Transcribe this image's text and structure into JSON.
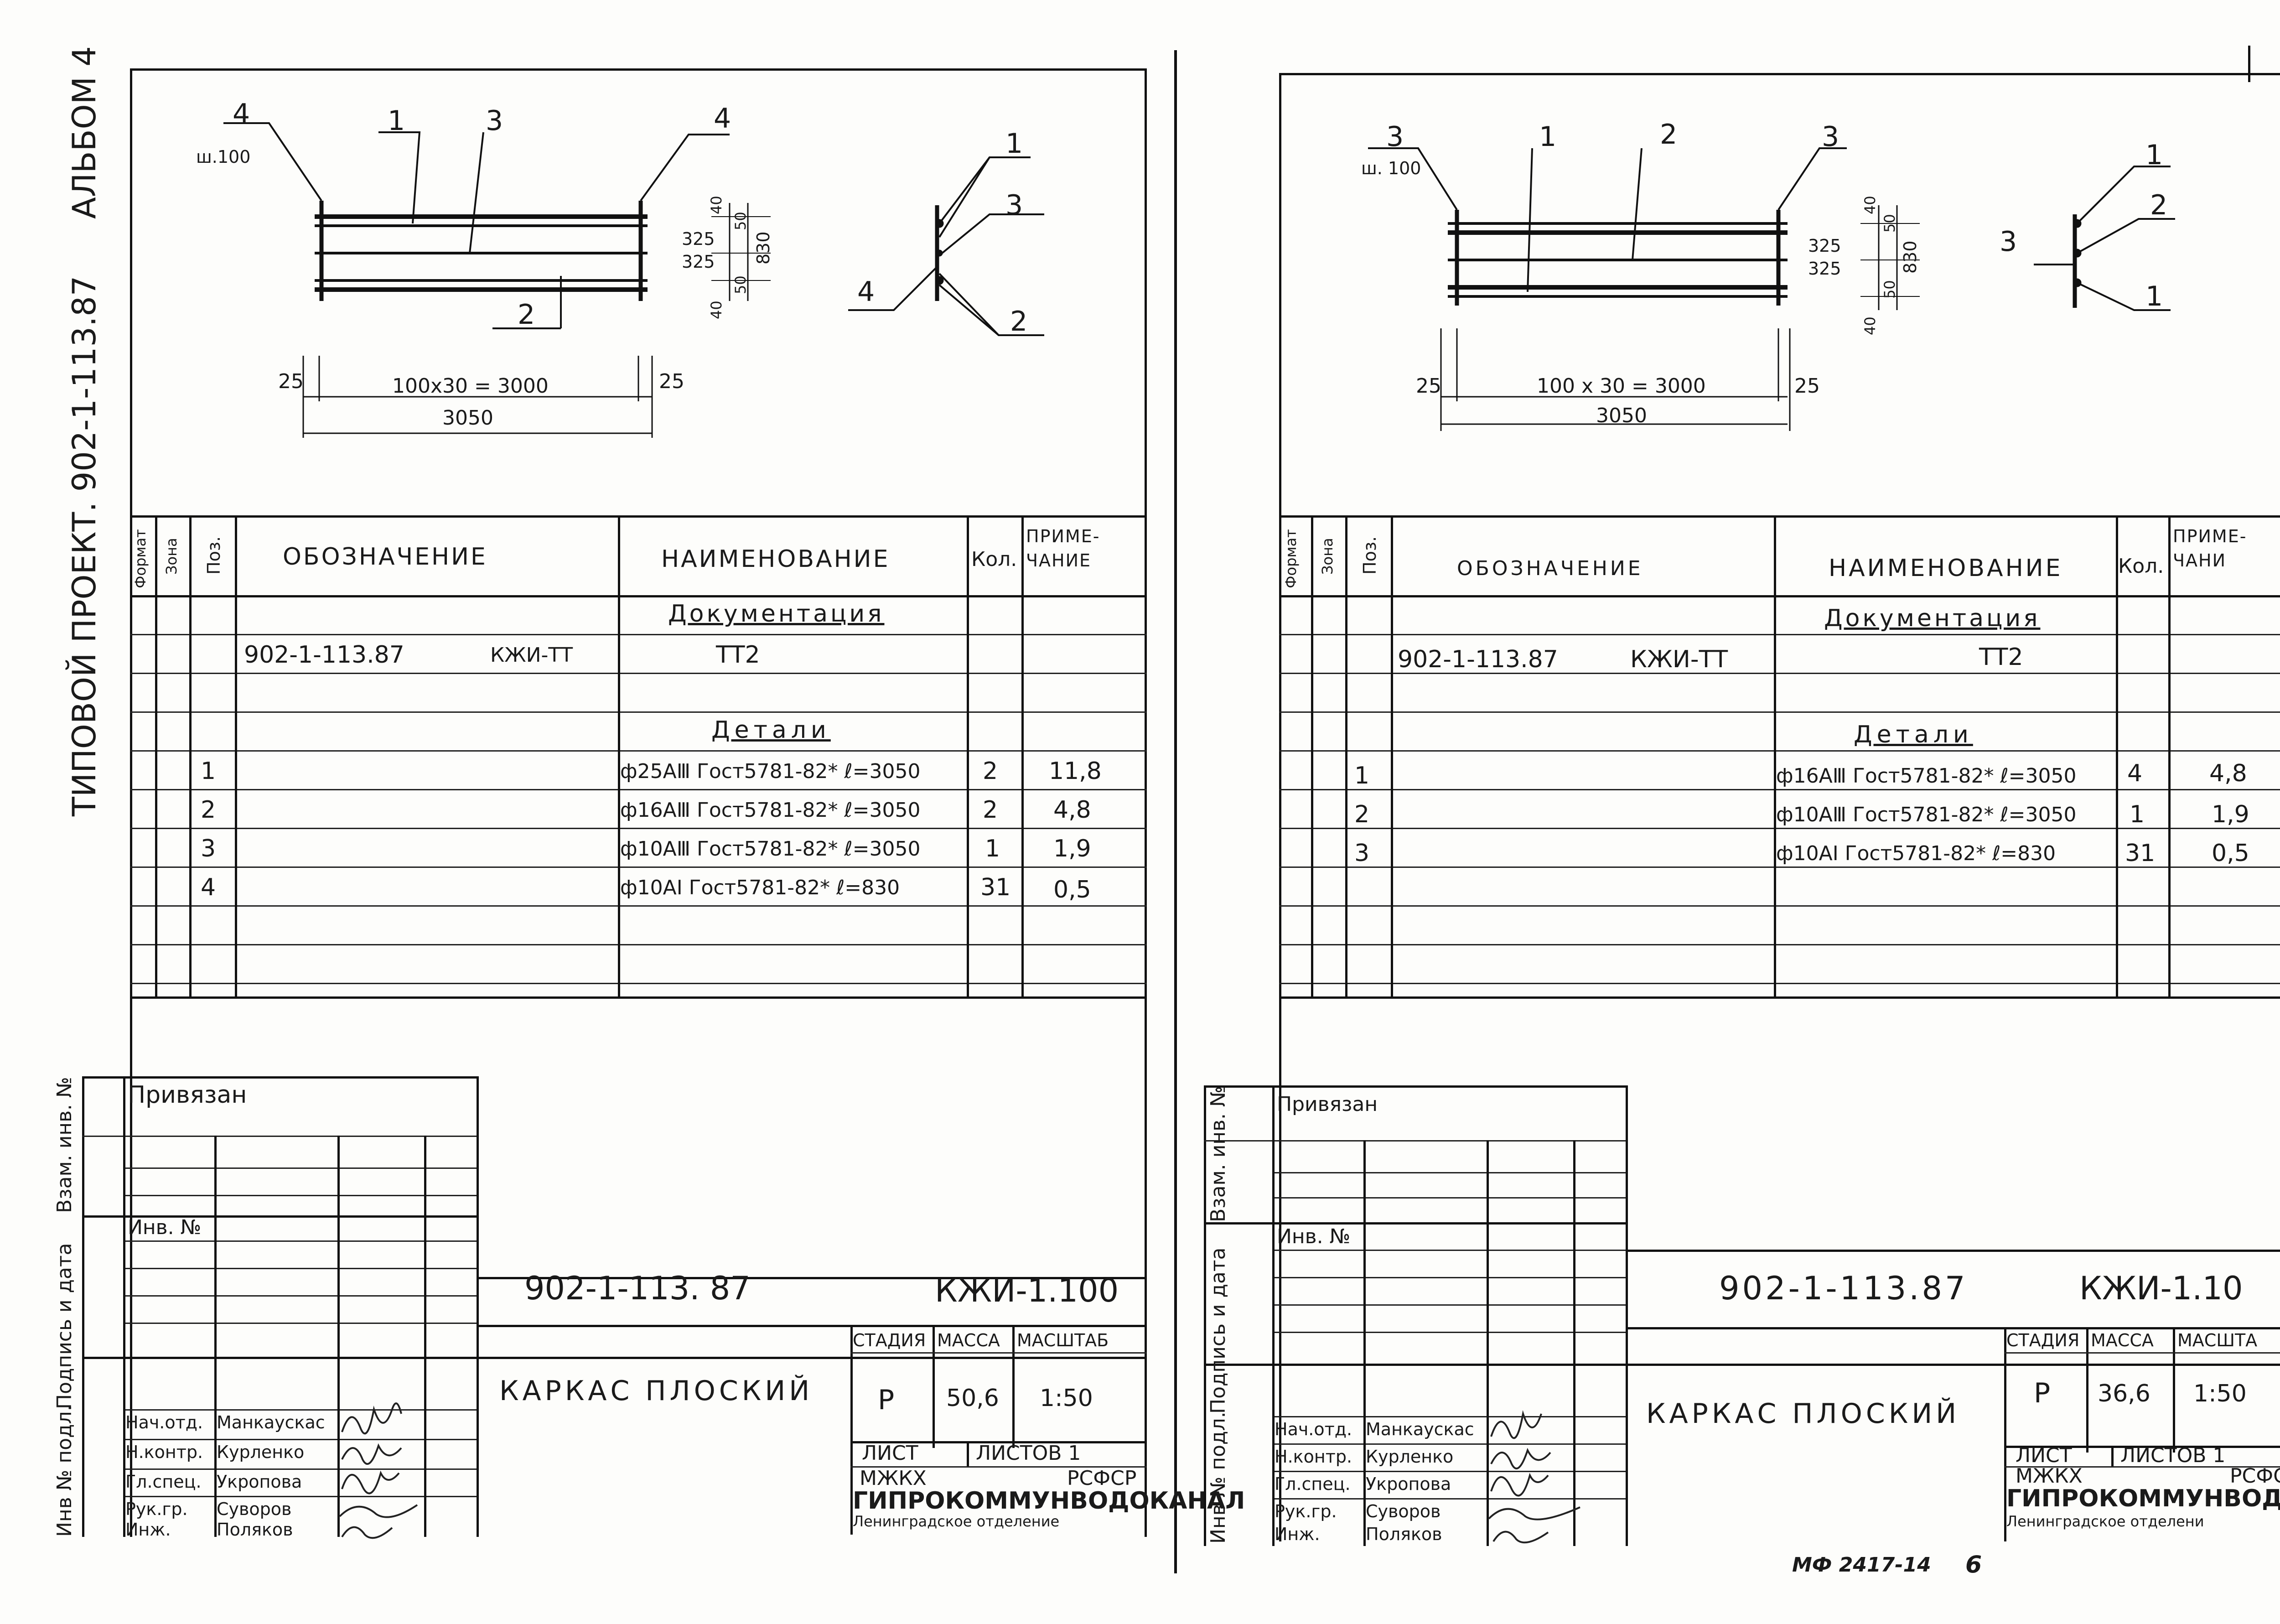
{
  "side": {
    "album": "АЛЬБОМ 4",
    "project": "ТИПОВОЙ ПРОЕКТ. 902-1-113.87"
  },
  "sheet1": {
    "drawing": {
      "pos_tags": [
        "4",
        "1",
        "3",
        "4",
        "2"
      ],
      "step_label": "ш.100",
      "dims_vertical": [
        "40",
        "50",
        "325",
        "325",
        "50",
        "40",
        "830"
      ],
      "dim_span": "100х30 = 3000",
      "dim_total": "3050",
      "dim_end_left": "25",
      "dim_end_right": "25",
      "section_tags": [
        "1",
        "3",
        "4",
        "2"
      ]
    },
    "table": {
      "headers": {
        "format": "Формат",
        "zone": "Зона",
        "pos": "Поз.",
        "designation": "ОБОЗНАЧЕНИЕ",
        "name": "НАИМЕНОВАНИЕ",
        "qty": "Кол.",
        "note": "ПРИМЕ-ЧАНИЕ"
      },
      "section_doc": "Документация",
      "doc_row": {
        "designation": "902-1-113.87",
        "code": "КЖИ-ТТ",
        "name": "ТТ2"
      },
      "section_parts": "Детали",
      "rows": [
        {
          "pos": "1",
          "name": "ф25АⅢ Гост5781-82* ℓ=3050",
          "qty": "2",
          "note": "11,8"
        },
        {
          "pos": "2",
          "name": "ф16АⅢ Гост5781-82* ℓ=3050",
          "qty": "2",
          "note": "4,8"
        },
        {
          "pos": "3",
          "name": "ф10АⅢ Гост5781-82* ℓ=3050",
          "qty": "1",
          "note": "1,9"
        },
        {
          "pos": "4",
          "name": "ф10АⅠ Гост5781-82* ℓ=830",
          "qty": "31",
          "note": "0,5"
        }
      ]
    },
    "stamp": {
      "privyazan": "Привязан",
      "inv_no": "Инв. №",
      "vert_labels": [
        "Взам. инв. №",
        "Подпись и дата",
        "Инв № подл."
      ],
      "code": "902-1-113. 87",
      "sheet_code": "КЖИ-1.100",
      "title": "КАРКАС ПЛОСКИЙ",
      "stage_h": "СТАДИЯ",
      "mass_h": "МАССА",
      "scale_h": "МАСШТАБ",
      "stage": "Р",
      "mass": "50,6",
      "scale": "1:50",
      "list": "ЛИСТ",
      "sheets": "ЛИСТОВ 1",
      "org1": "МЖКХ",
      "org1b": "РСФСР",
      "org2": "ГИПРОКОММУНВОДОКАНАЛ",
      "org3": "Ленинградское отделение",
      "staff": [
        {
          "role": "Нач.отд.",
          "name": "Манкаускас"
        },
        {
          "role": "Н.контр.",
          "name": "Курленко"
        },
        {
          "role": "Гл.спец.",
          "name": "Укропова"
        },
        {
          "role": "Рук.гр.",
          "name": "Суворов"
        },
        {
          "role": "Инж.",
          "name": "Поляков"
        }
      ]
    }
  },
  "sheet2": {
    "drawing": {
      "pos_tags": [
        "3",
        "1",
        "2",
        "3"
      ],
      "step_label": "ш. 100",
      "dims_vertical": [
        "40",
        "50",
        "325",
        "325",
        "50",
        "40",
        "830"
      ],
      "dim_span": "100 х 30 = 3000",
      "dim_total": "3050",
      "dim_end_left": "25",
      "dim_end_right": "25",
      "section_tags": [
        "1",
        "2",
        "3",
        "1"
      ]
    },
    "table": {
      "headers": {
        "format": "Формат",
        "zone": "Зона",
        "pos": "Поз.",
        "designation": "ОБОЗНАЧЕНИЕ",
        "name": "НАИМЕНОВАНИЕ",
        "qty": "Кол.",
        "note": "ПРИМЕ-ЧАНИ"
      },
      "section_doc": "Документация",
      "doc_row": {
        "designation": "902-1-113.87",
        "code": "КЖИ-ТТ",
        "name": "ТТ2"
      },
      "section_parts": "Детали",
      "rows": [
        {
          "pos": "1",
          "name": "ф16АⅢ Гост5781-82* ℓ=3050",
          "qty": "4",
          "note": "4,8"
        },
        {
          "pos": "2",
          "name": "ф10АⅢ Гост5781-82* ℓ=3050",
          "qty": "1",
          "note": "1,9"
        },
        {
          "pos": "3",
          "name": "ф10АⅠ Гост5781-82* ℓ=830",
          "qty": "31",
          "note": "0,5"
        }
      ]
    },
    "stamp": {
      "privyazan": "Привязан",
      "inv_no": "Инв. №",
      "vert_labels": [
        "Взам. инв. №",
        "Подпись и дата",
        "Инв № подл."
      ],
      "code": "902-1-113.87",
      "sheet_code": "КЖИ-1.10",
      "title": "КАРКАС ПЛОСКИЙ",
      "stage_h": "СТАДИЯ",
      "mass_h": "МАССА",
      "scale_h": "МАСШТА",
      "stage": "Р",
      "mass": "36,6",
      "scale": "1:50",
      "list": "ЛИСТ",
      "sheets": "ЛИСТОВ 1",
      "org1": "МЖКХ",
      "org1b": "РСФСР",
      "org2": "ГИПРОКОММУНВОДОКАНА",
      "org3": "Ленинградское отделени",
      "staff": [
        {
          "role": "Нач.отд.",
          "name": "Манкаускас"
        },
        {
          "role": "Н.контр.",
          "name": "Курленко"
        },
        {
          "role": "Гл.спец.",
          "name": "Укропова"
        },
        {
          "role": "Рук.гр.",
          "name": "Суворов"
        },
        {
          "role": "Инж.",
          "name": "Поляков"
        }
      ]
    }
  },
  "footer": {
    "archive": "МФ 2417-14",
    "page": "6"
  }
}
